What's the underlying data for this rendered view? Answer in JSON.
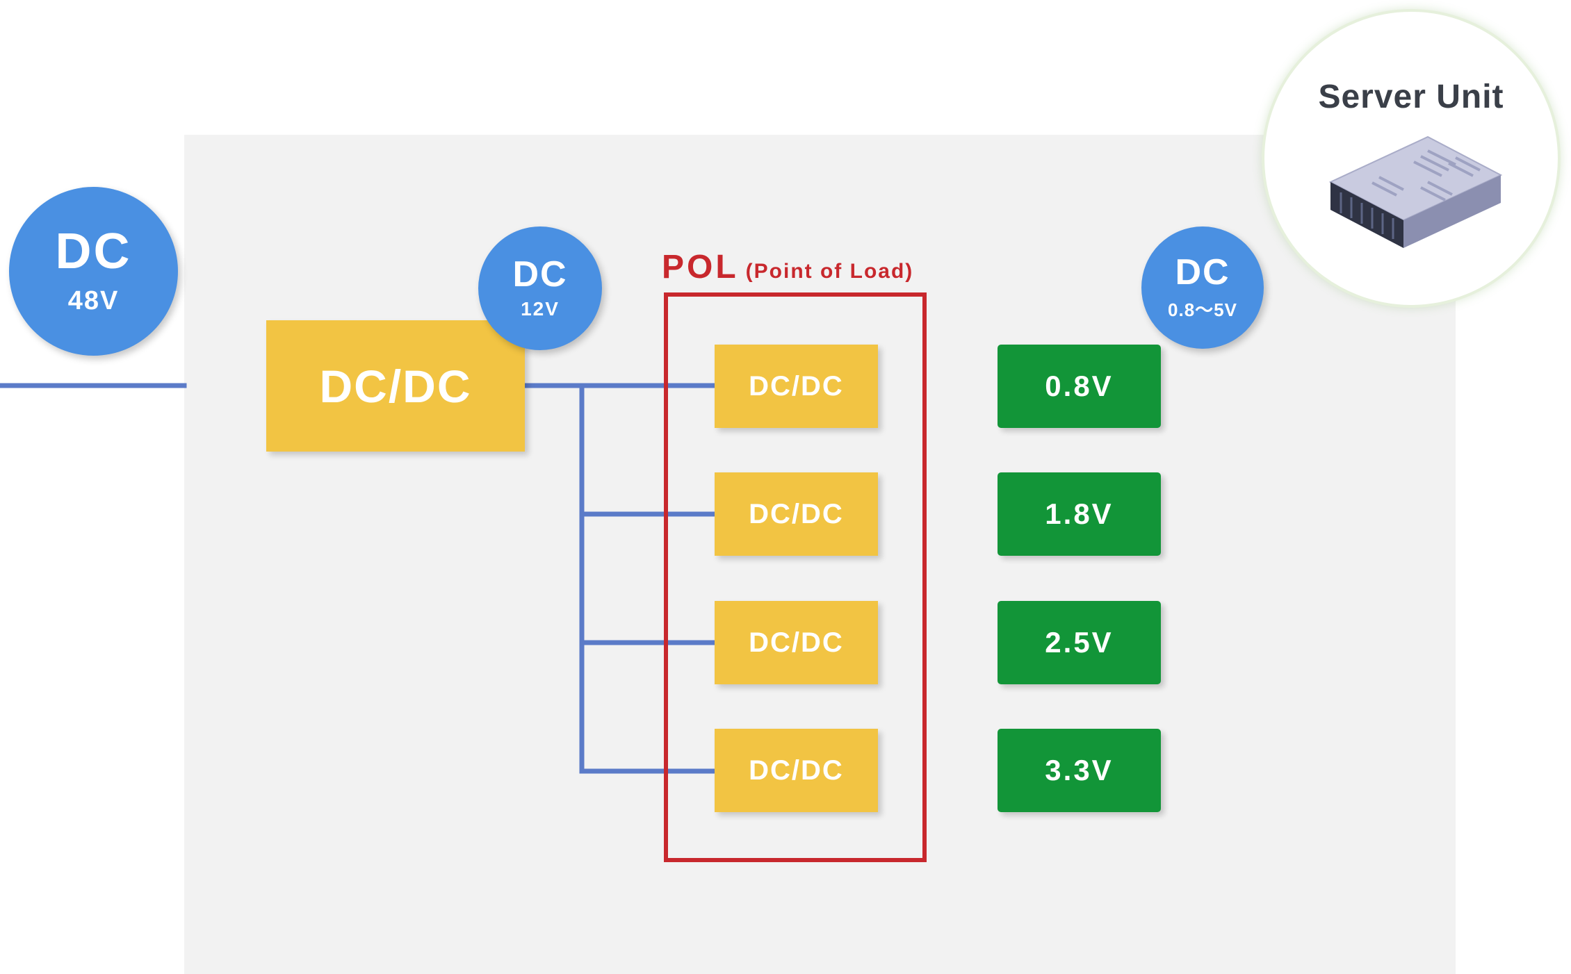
{
  "main_converter": {
    "label": "DC/DC"
  },
  "input_bubble": {
    "title": "DC",
    "voltage": "48V"
  },
  "bus_bubble": {
    "title": "DC",
    "voltage": "12V"
  },
  "output_bubble": {
    "title": "DC",
    "voltage": "0.8〜5V"
  },
  "pol": {
    "title": "POL",
    "subtitle": "(Point of Load)"
  },
  "pol_converters": [
    {
      "label": "DC/DC"
    },
    {
      "label": "DC/DC"
    },
    {
      "label": "DC/DC"
    },
    {
      "label": "DC/DC"
    }
  ],
  "outputs": [
    {
      "label": "0.8V"
    },
    {
      "label": "1.8V"
    },
    {
      "label": "2.5V"
    },
    {
      "label": "3.3V"
    }
  ],
  "server": {
    "title": "Server Unit",
    "icon": "server-rack-icon"
  },
  "colors": {
    "wire": "#5b7bc8",
    "converter": "#f2c443",
    "output": "#129538",
    "bubble": "#4a90e2",
    "pol_border": "#c8282d",
    "board": "#f2f2f2"
  }
}
